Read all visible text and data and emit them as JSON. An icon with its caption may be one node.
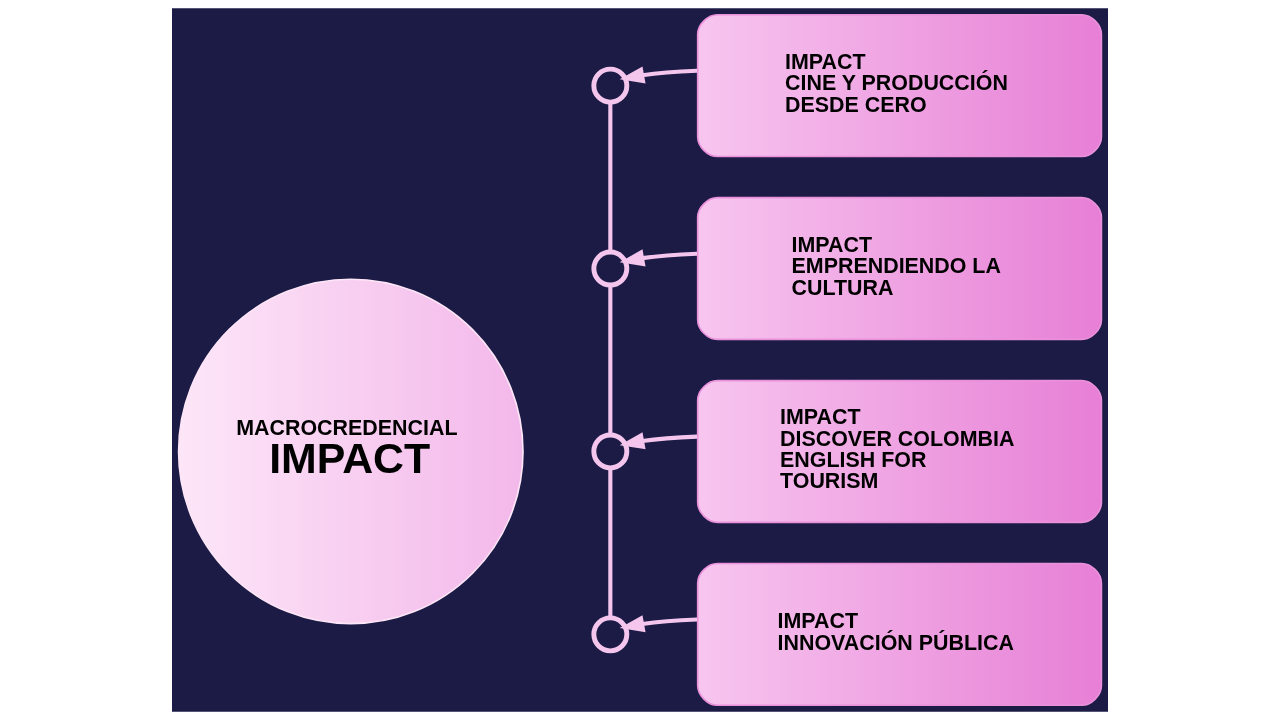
{
  "diagram": {
    "nodes": [
      {
        "text": [
          "MACROCREDENCIAL",
          "IMPACT"
        ]
      },
      {
        "text": [
          "IMPACT",
          "CINE Y PRODUCCIÓN DESDE CERO"
        ]
      },
      {
        "text": [
          "IMPACT",
          "EMPRENDIENDO LA CULTURA"
        ]
      },
      {
        "text": [
          "IMPACT",
          "DISCOVER COLOMBIA ENGLISH FOR TOURISM"
        ]
      },
      {
        "text": [
          "IMPACT",
          "INNOVACIÓN PÚBLICA"
        ]
      },
      {
        "text": [],
        "shape": "circle"
      },
      {
        "text": [],
        "shape": "circle"
      },
      {
        "text": [],
        "shape": "circle"
      },
      {
        "text": [],
        "shape": "circle"
      }
    ],
    "edges": [
      {
        "from": 5,
        "to": 6,
        "arrow": "none"
      },
      {
        "from": 6,
        "to": 7,
        "arrow": "none"
      },
      {
        "from": 7,
        "to": 8,
        "arrow": "none"
      },
      {
        "from": 1,
        "to": 5,
        "arrow": "to"
      },
      {
        "from": 2,
        "to": 6,
        "arrow": "to"
      },
      {
        "from": 3,
        "to": 7,
        "arrow": "to"
      },
      {
        "from": 4,
        "to": 8,
        "arrow": "to"
      }
    ]
  }
}
